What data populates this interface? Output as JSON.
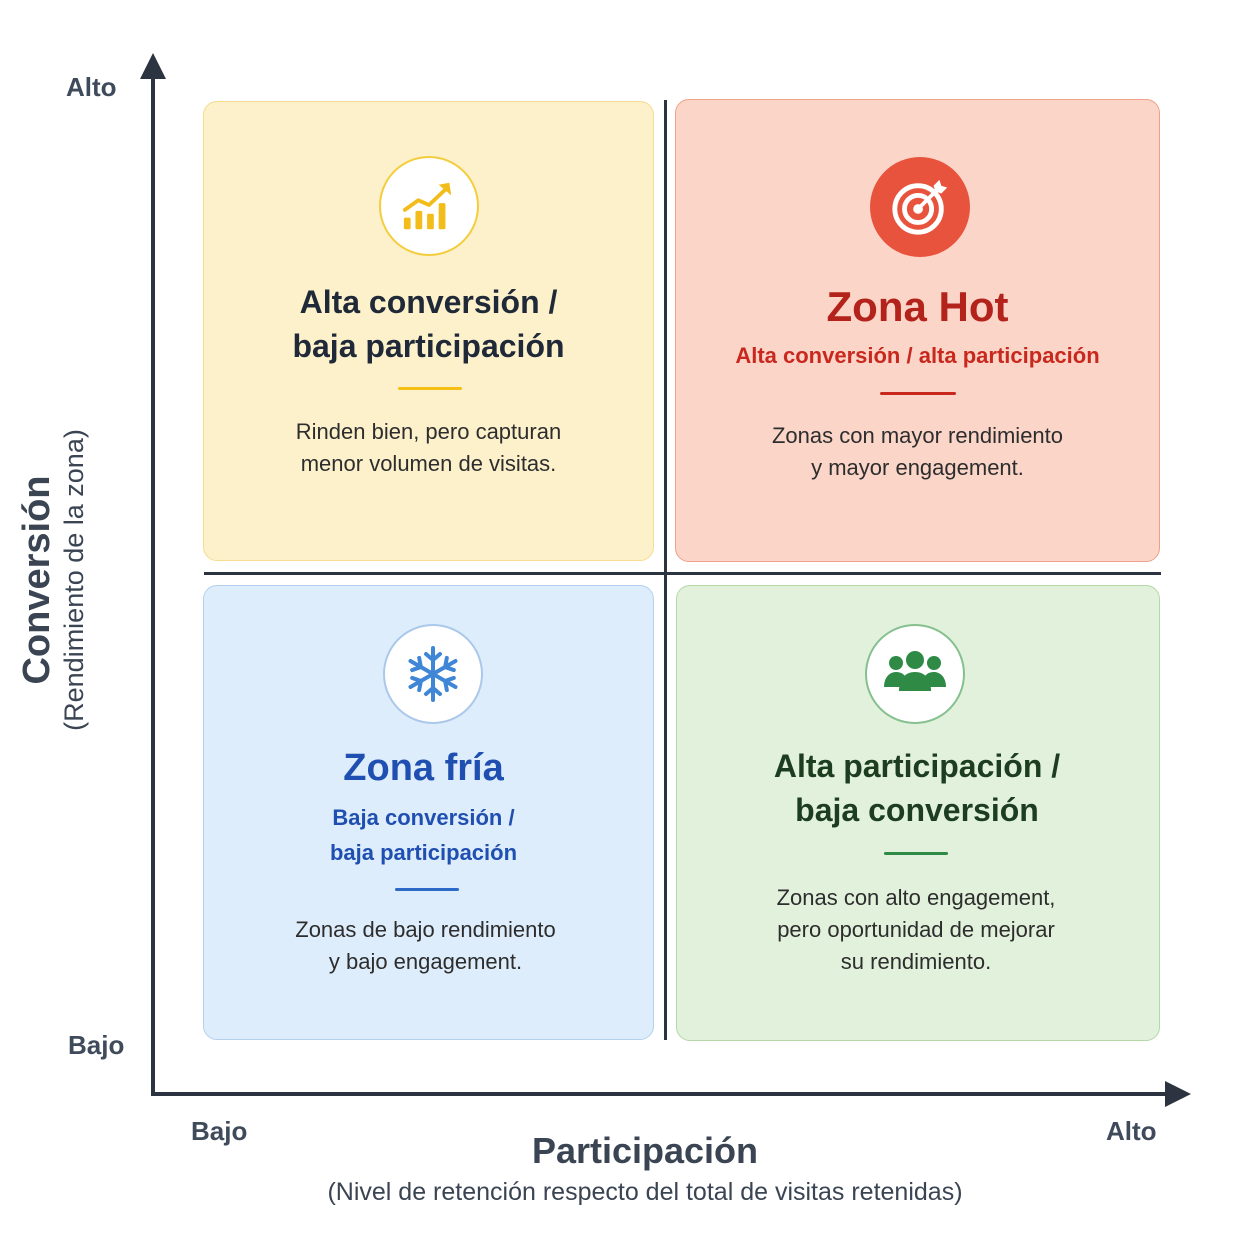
{
  "y_axis": {
    "title": "Conversión",
    "subtitle": "(Rendimiento de la zona)",
    "high_label": "Alto",
    "low_label": "Bajo"
  },
  "x_axis": {
    "title": "Participación",
    "subtitle": "(Nivel de retención respecto del total de visitas retenidas)",
    "low_label": "Bajo",
    "high_label": "Alto"
  },
  "quadrants": {
    "top_left": {
      "icon": "growth-chart-icon",
      "title_line1": "Alta conversión /",
      "title_line2": "baja participación",
      "desc_line1": "Rinden bien, pero capturan",
      "desc_line2": "menor volumen de visitas.",
      "accent": "#f5c013"
    },
    "top_right": {
      "icon": "target-icon",
      "title": "Zona Hot",
      "subtitle": "Alta conversión / alta participación",
      "desc_line1": "Zonas con mayor rendimiento",
      "desc_line2": "y mayor engagement.",
      "accent": "#c8281e"
    },
    "bottom_left": {
      "icon": "snowflake-icon",
      "title": "Zona fría",
      "subtitle_line1": "Baja conversión /",
      "subtitle_line2": "baja participación",
      "desc_line1": "Zonas de bajo rendimiento",
      "desc_line2": "y bajo engagement.",
      "accent": "#1f4fb0"
    },
    "bottom_right": {
      "icon": "group-icon",
      "title_line1": "Alta participación /",
      "title_line2": "baja conversión",
      "desc_line1": "Zonas con alto engagement,",
      "desc_line2": "pero oportunidad de mejorar",
      "desc_line3": "su rendimiento.",
      "accent": "#2e8a45"
    }
  }
}
